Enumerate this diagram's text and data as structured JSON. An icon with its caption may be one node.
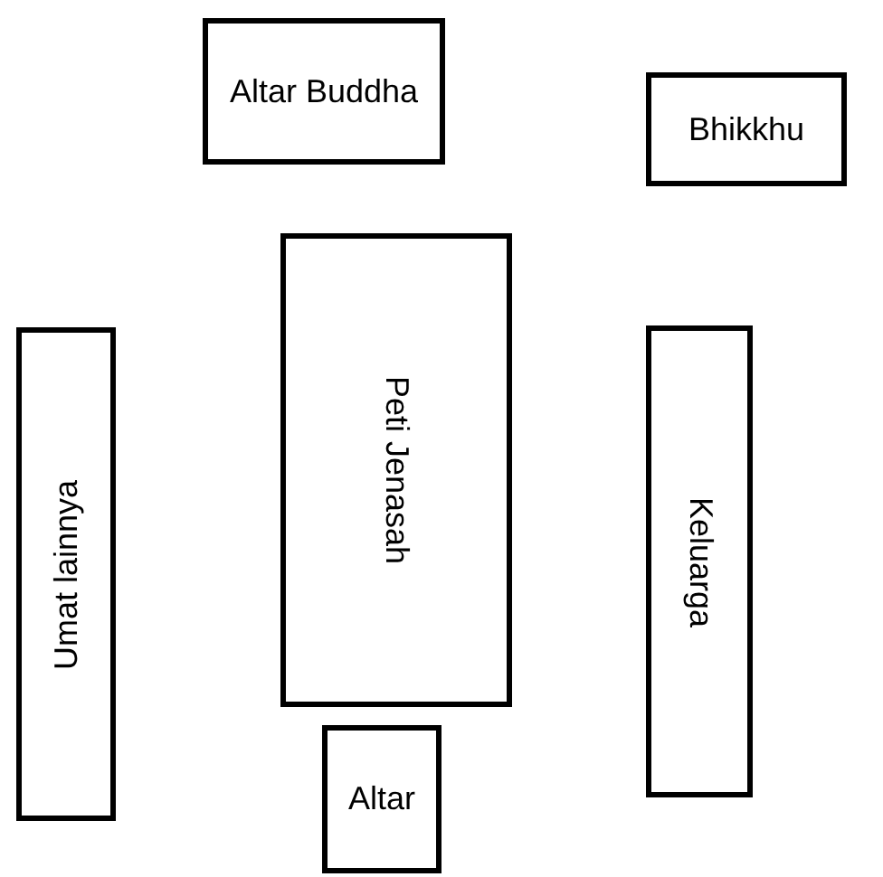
{
  "diagram": {
    "nodes": [
      {
        "text": [
          "Altar Buddha"
        ]
      },
      {
        "text": [
          "Bhikkhu"
        ]
      },
      {
        "text": [
          "Umat lainnya"
        ]
      },
      {
        "text": [
          "Peti Jenasah"
        ]
      },
      {
        "text": [
          "Keluarga"
        ]
      },
      {
        "text": [
          "Altar"
        ]
      }
    ]
  }
}
